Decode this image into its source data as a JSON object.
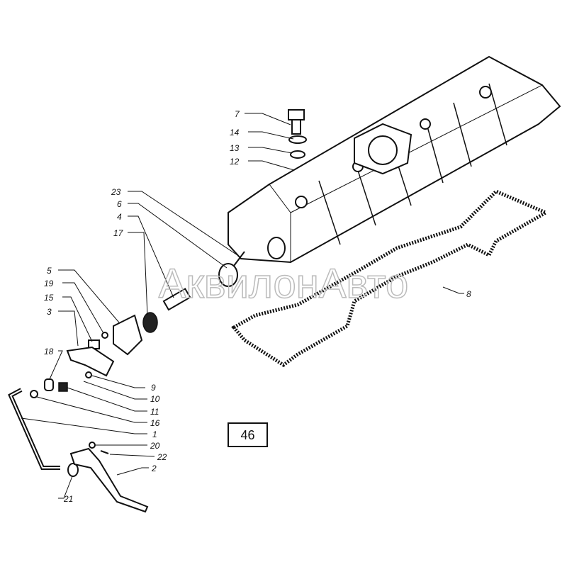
{
  "figure_number": "46",
  "watermark": "АквилонАвто",
  "callouts": {
    "c7": "7",
    "c14": "14",
    "c13": "13",
    "c12": "12",
    "c23": "23",
    "c6": "6",
    "c4": "4",
    "c17": "17",
    "c5": "5",
    "c19": "19",
    "c15": "15",
    "c3": "3",
    "c18": "18",
    "c9": "9",
    "c10": "10",
    "c11": "11",
    "c16": "16",
    "c1": "1",
    "c20": "20",
    "c22": "22",
    "c2": "2",
    "c21": "21",
    "c8": "8"
  }
}
